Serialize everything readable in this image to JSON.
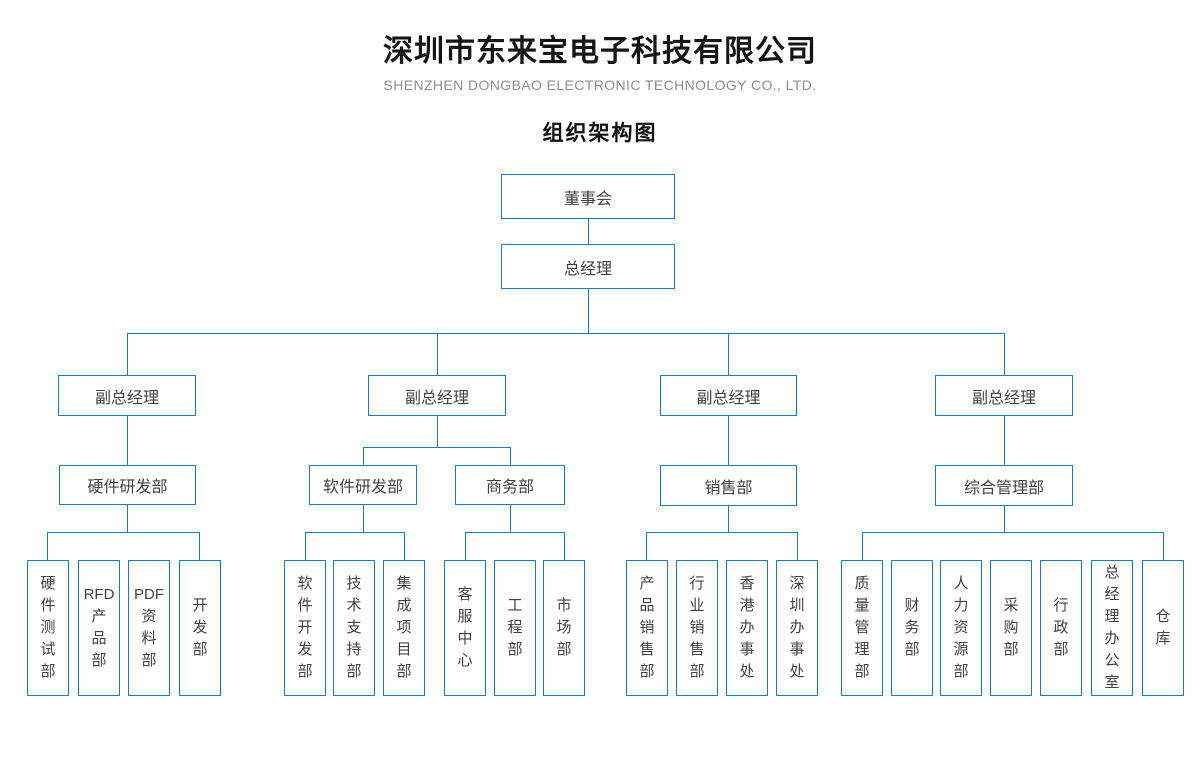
{
  "header": {
    "title": "深圳市东来宝电子科技有限公司",
    "subtitle": "SHENZHEN DONGBAO ELECTRONIC TECHNOLOGY CO., LTD.",
    "chart_title": "组织架构图"
  },
  "colors": {
    "line_blue": "#1b7ac5",
    "node_text": "#424242",
    "subtitle_gray": "#8e8e8e"
  },
  "nodes": {
    "board": "董事会",
    "gm": "总经理",
    "vp": "副总经理",
    "hw": "硬件研发部",
    "sw": "软件研发部",
    "biz": "商务部",
    "sales": "销售部",
    "mgmt": "综合管理部",
    "leaves": [
      "硬\n件\n测\n试\n部",
      "RFD\n产\n品\n部",
      "PDF\n资\n料\n部",
      "开\n发\n部",
      "软\n件\n开\n发\n部",
      "技\n术\n支\n持\n部",
      "集\n成\n项\n目\n部",
      "客\n服\n中\n心",
      "工\n程\n部",
      "市\n场\n部",
      "产\n品\n销\n售\n部",
      "行\n业\n销\n售\n部",
      "香\n港\n办\n事\n处",
      "深\n圳\n办\n事\n处",
      "质\n量\n管\n理\n部",
      "财\n务\n部",
      "人\n力\n资\n源\n部",
      "采\n购\n部",
      "行\n政\n部",
      "总\n经\n理\n办\n公\n室",
      "仓\n库"
    ]
  }
}
